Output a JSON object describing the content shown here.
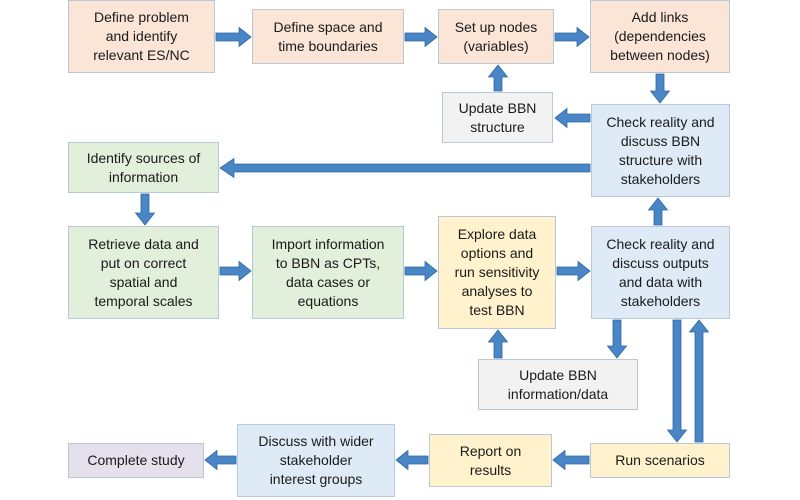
{
  "colors": {
    "arrow": "#4a86c5",
    "arrow_outline": "#2f6aa5",
    "orange": "#fbe5d6",
    "green": "#e2efda",
    "yellow": "#fff2cc",
    "blue": "#deebf7",
    "grey": "#f2f2f2",
    "purple": "#e6e0ec"
  },
  "boxes": {
    "define_problem": "Define problem\nand identify\nrelevant ES/NC",
    "define_space": "Define space and\ntime boundaries",
    "set_up_nodes": "Set up nodes\n(variables)",
    "add_links": "Add links\n(dependencies\nbetween nodes)",
    "update_structure": "Update BBN\nstructure",
    "check_structure": "Check reality and\ndiscuss  BBN\nstructure with\nstakeholders",
    "identify_sources": "Identify sources of\ninformation",
    "retrieve_data": "Retrieve data and\nput on correct\nspatial and\ntemporal scales",
    "import_info": "Import information\nto BBN as CPTs,\ndata cases or\nequations",
    "explore_data": "Explore data\noptions and\nrun sensitivity\nanalyses to\ntest BBN",
    "check_outputs": "Check reality and\ndiscuss outputs\nand data with\nstakeholders",
    "update_info": "Update BBN\ninformation/data",
    "run_scenarios": "Run scenarios",
    "report_results": "Report on\nresults",
    "discuss_wider": "Discuss with wider\nstakeholder\ninterest groups",
    "complete_study": "Complete study"
  }
}
